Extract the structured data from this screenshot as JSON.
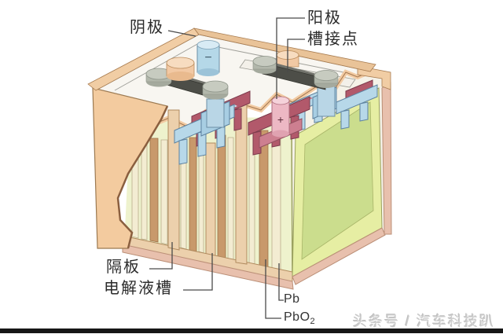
{
  "diagram": {
    "labels": {
      "cathode": "阴极",
      "anode": "阳极",
      "connector": "槽接点",
      "separator": "隔板",
      "electrolyte_tank": "电解液槽",
      "pb": "Pb",
      "pbo2_base": "PbO",
      "pbo2_subscript": "2"
    },
    "marks": {
      "negative": "−",
      "positive": "+"
    }
  },
  "watermark": {
    "text": "头条号 / 汽车科技趴"
  },
  "colors": {
    "case": "#f3cb9f",
    "case_rim": "#f1cda4",
    "case_rim_dark": "#e9c398",
    "cover": "#f8f6f1",
    "interior_green": "#eef2cd",
    "green_border": "#e6eea3",
    "green_face": "#cbdd8d",
    "plate_pb": "#f3ecd2",
    "plate_pbo2": "#c8996b",
    "frame_tan": "#ecd0ac",
    "tray_pink": "#e8c0ad",
    "strap_neg": "#b7d8e9",
    "strap_pos": "#b2596b",
    "term_neg": "#b5d8e8",
    "term_pos": "#edb8c4",
    "bar_dark": "#4d4e48",
    "metal": "#c7cbc0",
    "leader": "#4a4a4a",
    "label_text": "#2b2b2b",
    "watermark": "#cdcdcd",
    "bottom_bar": "#161616"
  }
}
